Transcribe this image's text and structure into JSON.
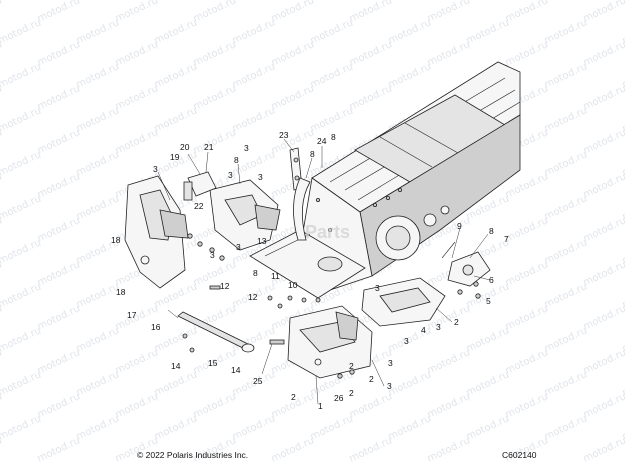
{
  "watermark": {
    "text": "motod.ru"
  },
  "center_logo": {
    "text": "Parts"
  },
  "footer": {
    "copyright": "© 2022 Polaris Industries Inc.",
    "drawing_id": "C602140"
  },
  "callouts": [
    {
      "id": "c23",
      "text": "23"
    },
    {
      "id": "c24",
      "text": "24"
    },
    {
      "id": "c8a",
      "text": "8"
    },
    {
      "id": "c8b",
      "text": "8"
    },
    {
      "id": "c20",
      "text": "20"
    },
    {
      "id": "c21",
      "text": "21"
    },
    {
      "id": "c19",
      "text": "19"
    },
    {
      "id": "c3a",
      "text": "3"
    },
    {
      "id": "c8c",
      "text": "8"
    },
    {
      "id": "c3b",
      "text": "3"
    },
    {
      "id": "c3c",
      "text": "3"
    },
    {
      "id": "c3d",
      "text": "3"
    },
    {
      "id": "c22",
      "text": "22"
    },
    {
      "id": "c3e",
      "text": "3"
    },
    {
      "id": "c13",
      "text": "13"
    },
    {
      "id": "c18a",
      "text": "18"
    },
    {
      "id": "c3f",
      "text": "3"
    },
    {
      "id": "c9",
      "text": "9"
    },
    {
      "id": "c8d",
      "text": "8"
    },
    {
      "id": "c7",
      "text": "7"
    },
    {
      "id": "c8e",
      "text": "8"
    },
    {
      "id": "c11",
      "text": "11"
    },
    {
      "id": "c6",
      "text": "6"
    },
    {
      "id": "c12a",
      "text": "12"
    },
    {
      "id": "c10",
      "text": "10"
    },
    {
      "id": "c3g",
      "text": "3"
    },
    {
      "id": "c18b",
      "text": "18"
    },
    {
      "id": "c5",
      "text": "5"
    },
    {
      "id": "c12b",
      "text": "12"
    },
    {
      "id": "c17",
      "text": "17"
    },
    {
      "id": "c2a",
      "text": "2"
    },
    {
      "id": "c3h",
      "text": "3"
    },
    {
      "id": "c4",
      "text": "4"
    },
    {
      "id": "c16",
      "text": "16"
    },
    {
      "id": "c3i",
      "text": "3"
    },
    {
      "id": "c14a",
      "text": "14"
    },
    {
      "id": "c15",
      "text": "15"
    },
    {
      "id": "c14b",
      "text": "14"
    },
    {
      "id": "c2b",
      "text": "2"
    },
    {
      "id": "c25",
      "text": "25"
    },
    {
      "id": "c2c",
      "text": "2"
    },
    {
      "id": "c3j",
      "text": "3"
    },
    {
      "id": "c2d",
      "text": "2"
    },
    {
      "id": "c1",
      "text": "1"
    },
    {
      "id": "c26",
      "text": "26"
    },
    {
      "id": "c2e",
      "text": "2"
    },
    {
      "id": "c3k",
      "text": "3"
    }
  ]
}
